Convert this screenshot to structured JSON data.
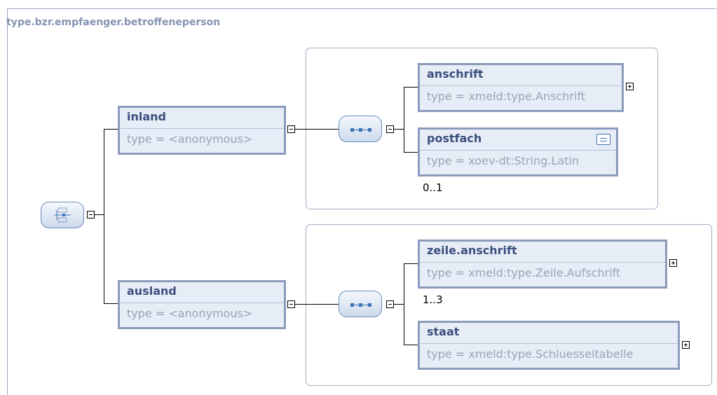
{
  "title": "type.bzr.empfaenger.betroffeneperson",
  "elements": {
    "inland": {
      "name": "inland",
      "type": "type = <anonymous>"
    },
    "ausland": {
      "name": "ausland",
      "type": "type = <anonymous>"
    },
    "anschrift": {
      "name": "anschrift",
      "type": "type = xmeld:type.Anschrift"
    },
    "postfach": {
      "name": "postfach",
      "type": "type = xoev-dt:String.Latin",
      "occurrence": "0..1"
    },
    "zeile_anschrift": {
      "name": "zeile.anschrift",
      "type": "type = xmeld:type.Zeile.Aufschrift",
      "occurrence": "1..3"
    },
    "staat": {
      "name": "staat",
      "type": "type = xmeld:type.Schluesseltabelle"
    }
  },
  "icons": {
    "choice": "choice-compositor-icon",
    "sequence": "sequence-compositor-icon",
    "collapse": "collapse-icon",
    "expand": "expand-icon",
    "documentation": "documentation-icon"
  },
  "colors": {
    "element_fill": "#e6edf7",
    "element_border": "#8a9bbb",
    "name_text": "#3d4e7d",
    "type_text": "#9aa3b8",
    "title_text": "#8494b3"
  }
}
